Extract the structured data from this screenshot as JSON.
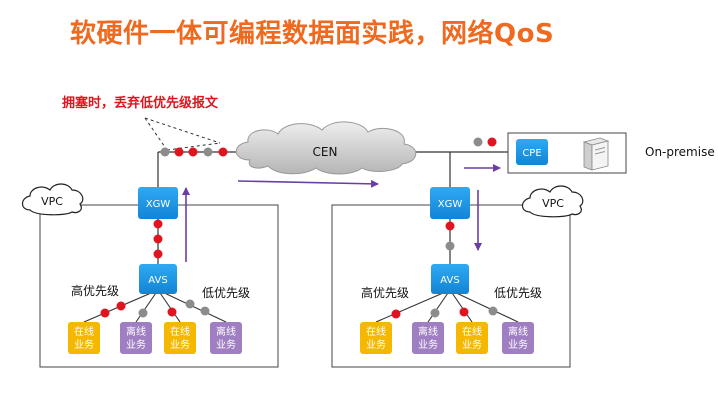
{
  "title": "软硬件一体可编程数据面实践，网络QoS",
  "congestion_note": "拥塞时，丢弃低优先级报文",
  "cloud_label": "CEN",
  "cpe_label": "CPE",
  "on_premise_label": "On-premise",
  "left_site": {
    "vpc_label": "VPC",
    "gateway_label": "XGW",
    "vswitch_label": "AVS",
    "high_priority_label": "高优先级",
    "low_priority_label": "低优先级",
    "services": [
      {
        "line1": "在线",
        "line2": "业务",
        "kind": "online"
      },
      {
        "line1": "离线",
        "line2": "业务",
        "kind": "offline"
      },
      {
        "line1": "在线",
        "line2": "业务",
        "kind": "online"
      },
      {
        "line1": "离线",
        "line2": "业务",
        "kind": "offline"
      }
    ]
  },
  "right_site": {
    "vpc_label": "VPC",
    "gateway_label": "XGW",
    "vswitch_label": "AVS",
    "high_priority_label": "高优先级",
    "low_priority_label": "低优先级",
    "services": [
      {
        "line1": "在线",
        "line2": "业务",
        "kind": "online"
      },
      {
        "line1": "离线",
        "line2": "业务",
        "kind": "offline"
      },
      {
        "line1": "在线",
        "line2": "业务",
        "kind": "online"
      },
      {
        "line1": "离线",
        "line2": "业务",
        "kind": "offline"
      }
    ]
  },
  "colors": {
    "title": "#ef6a1f",
    "note": "#e0141e",
    "node_blue": "#1a9ae8",
    "online": "#f5b800",
    "offline": "#9f7ec2",
    "packet_high": "#e0141e",
    "packet_low": "#8c8c8c",
    "arrow": "#6a3fa3"
  }
}
